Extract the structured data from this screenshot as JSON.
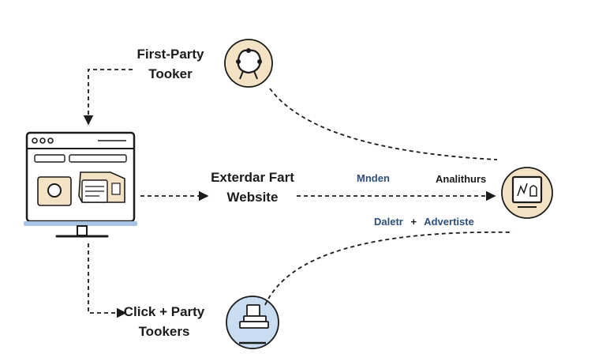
{
  "diagram": {
    "first_party": {
      "line1": "First-Party",
      "line2": "Tooker"
    },
    "external": {
      "line1": "Exterdar Fart",
      "line2": "Website"
    },
    "modern_label": "Mnden",
    "analytics_label": "Analithurs",
    "data_label": "Daletr",
    "plus_label": "+",
    "advertise_label": "Advertiste",
    "click_party": {
      "line1": "Click + Party",
      "line2": "Tookers"
    }
  },
  "colors": {
    "accent_beige": "#f3e3c4",
    "accent_blue": "#c9dcf2",
    "stroke": "#1b1b1b",
    "label_blue": "#2e4d7a",
    "screen_blue": "#a9c3e3"
  },
  "icons": [
    "browser-window-icon",
    "cookie-cluster-icon",
    "analytics-monitor-icon",
    "devices-stack-icon"
  ]
}
